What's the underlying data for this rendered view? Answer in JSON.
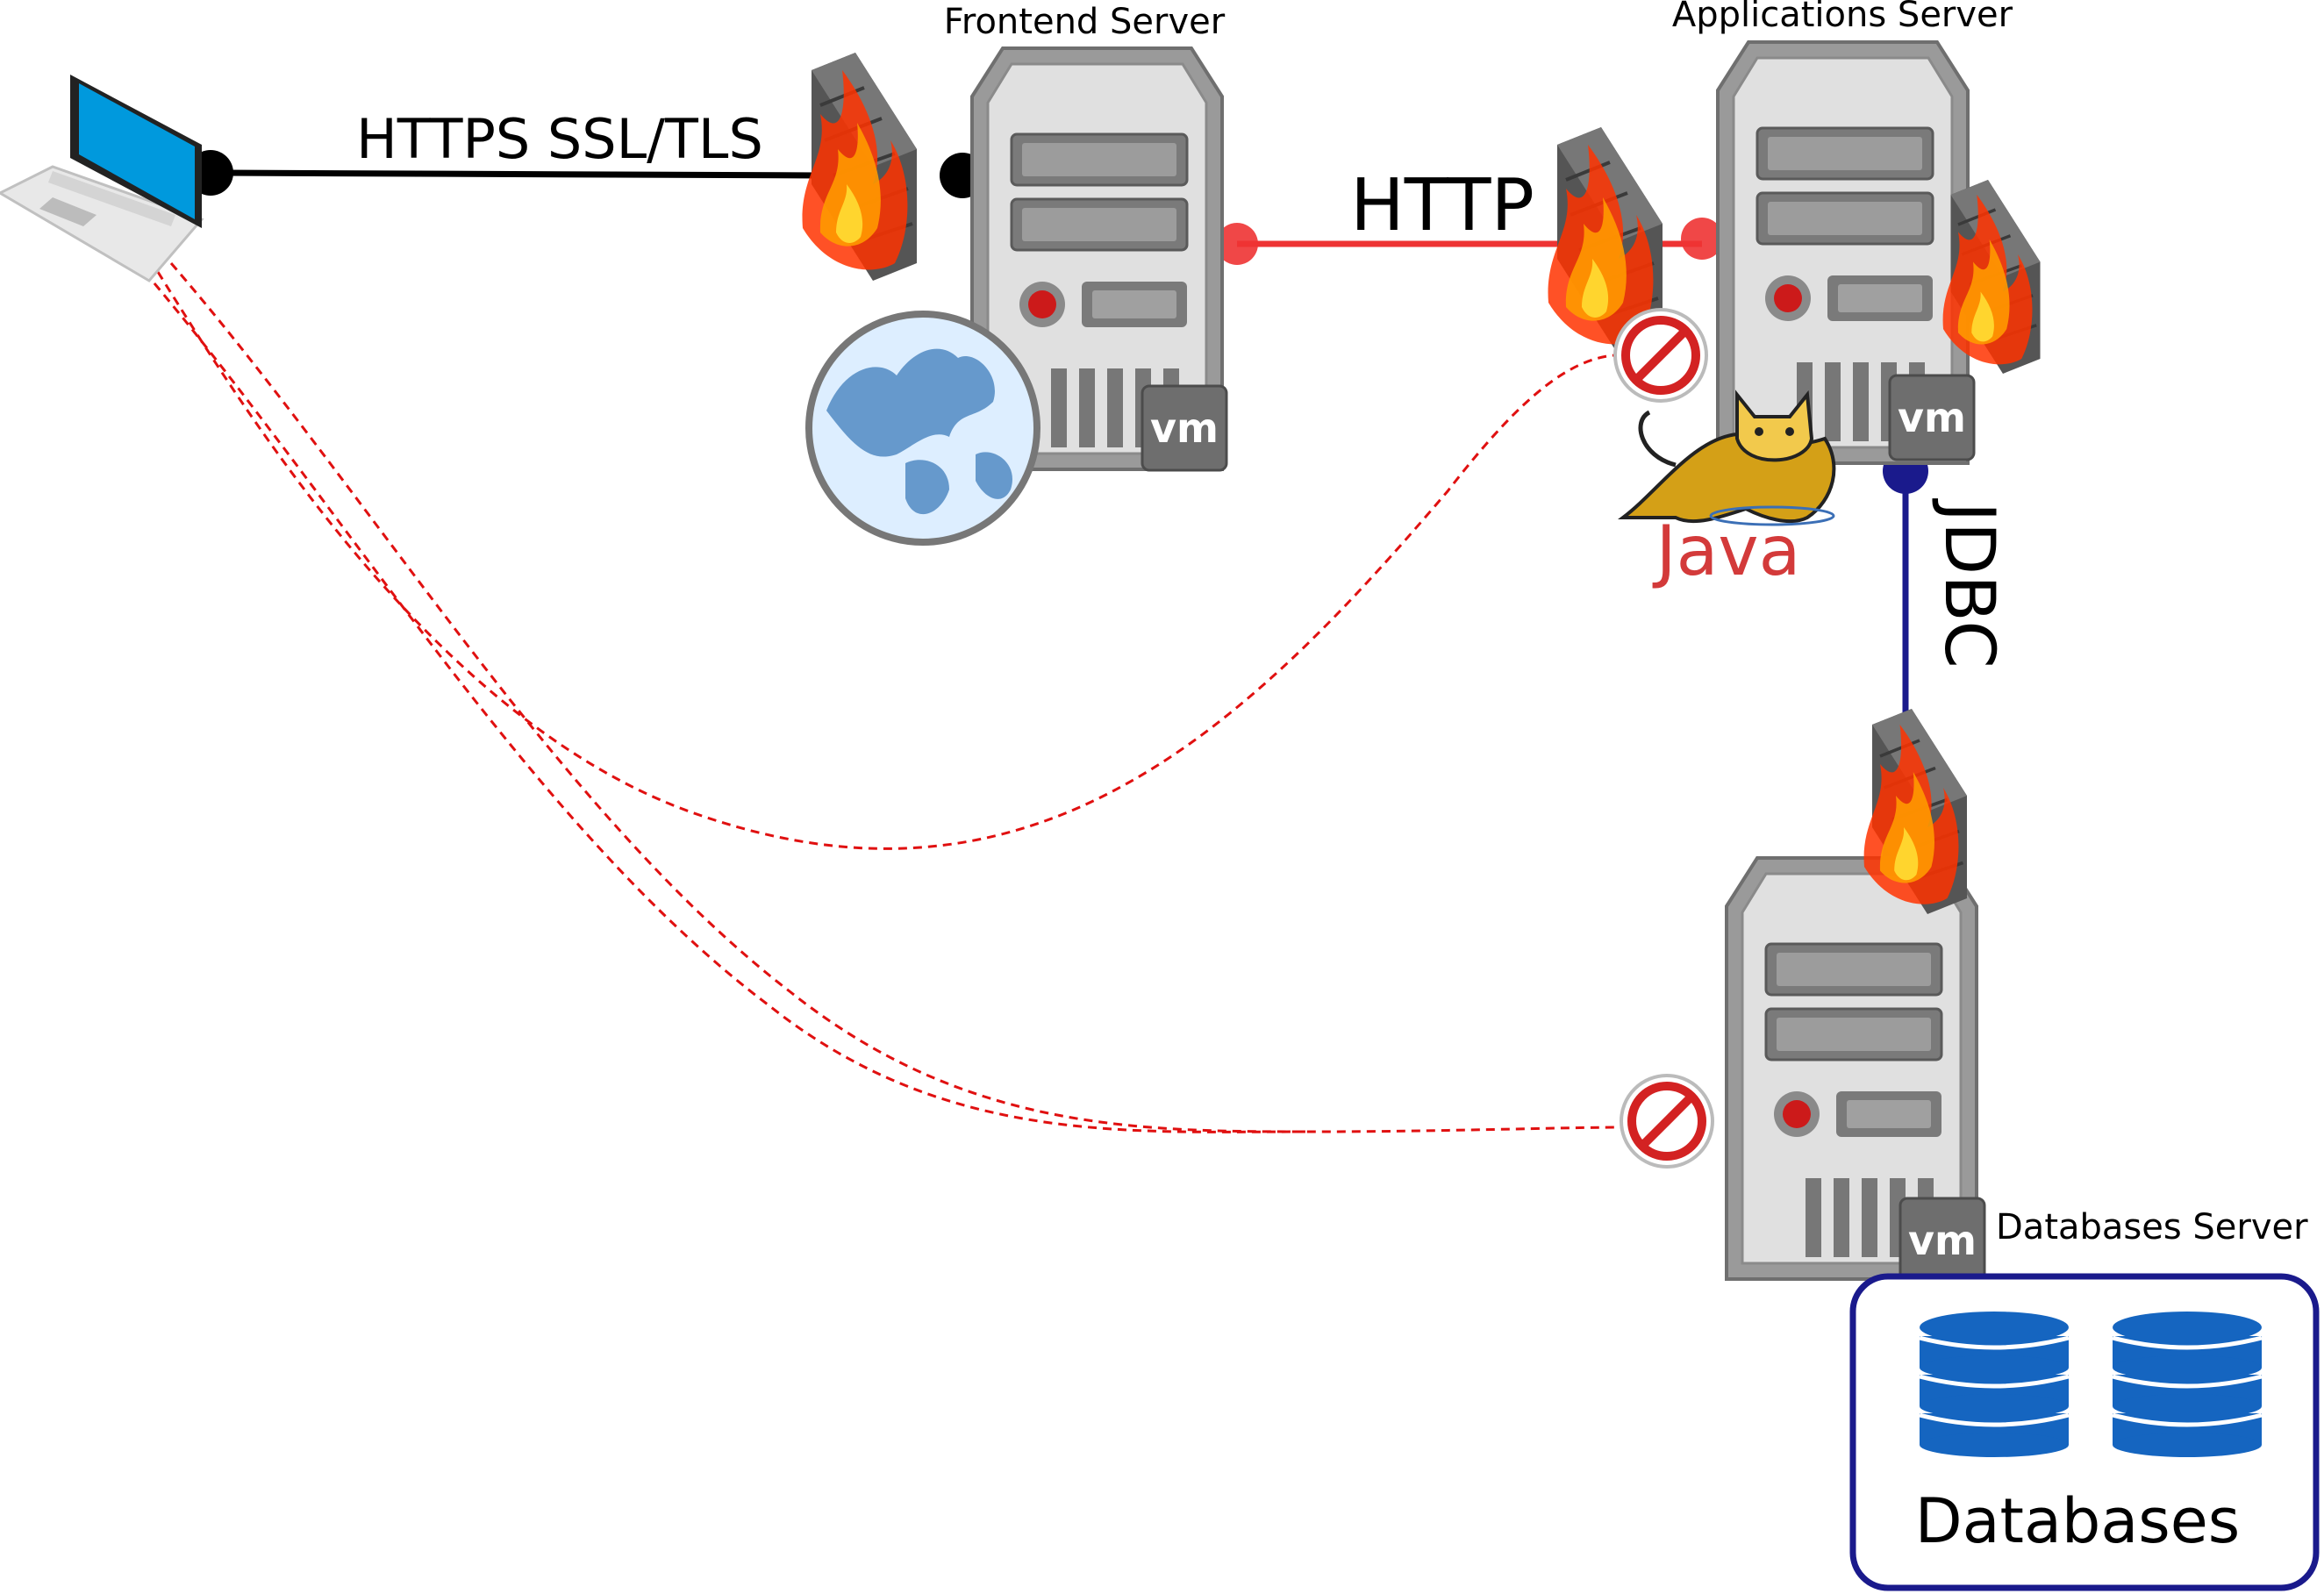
{
  "labels": {
    "frontend_server": "Frontend Server",
    "applications_server": "Applications Server",
    "databases_server": "Databases Server",
    "https": "HTTPS SSL/TLS",
    "http": "HTTP",
    "jdbc": "JDBC",
    "databases": "Databases",
    "java": "Java",
    "vm_badge": "vm"
  },
  "colors": {
    "https_line": "#000000",
    "http_line": "#ee3333",
    "jdbc_line": "#1a1a8c",
    "blocked_path": "#e01010",
    "database_icon": "#1565c0",
    "databases_border": "#1a1a8c",
    "laptop_screen": "#0099dd",
    "java_text": "#d33a3a"
  },
  "icons": [
    "laptop-icon",
    "firewall-icon",
    "server-tower-icon",
    "globe-icon",
    "vmware-icon",
    "tomcat-icon",
    "java-logo",
    "blocked-icon",
    "database-icon"
  ]
}
